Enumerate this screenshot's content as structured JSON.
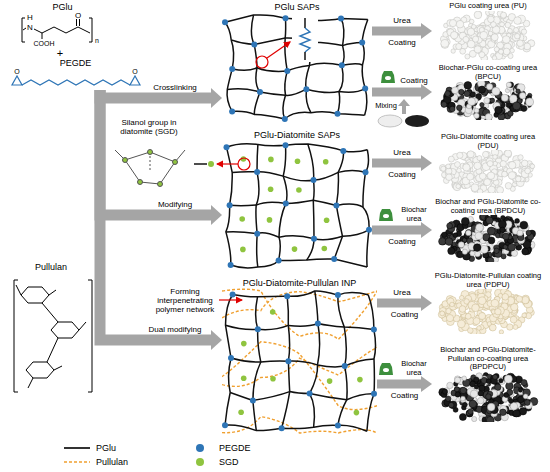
{
  "diagram": {
    "nodes": [
      {
        "text": [
          "PGlu"
        ]
      },
      {
        "text": [
          "PEGDE"
        ]
      },
      {
        "text": [
          "Silanol group in diatomite (SGD)"
        ]
      },
      {
        "text": [
          "Pullulan"
        ]
      },
      {
        "text": [
          "PGlu SAPs"
        ]
      },
      {
        "text": [
          "PGlu-Diatomite SAPs"
        ]
      },
      {
        "text": [
          "PGlu-Diatomite-Pullulan INP"
        ]
      },
      {
        "text": [
          "PGlu coating urea (PU)"
        ]
      },
      {
        "text": [
          "Biochar-PGlu co-coating urea (BPCU)"
        ]
      },
      {
        "text": [
          "PGlu-Diatomite coating urea (PDU)"
        ]
      },
      {
        "text": [
          "Biochar and PGlu-Diatomite co-coating urea (BPDCU)"
        ]
      },
      {
        "text": [
          "PGlu-Diatomite-Pullulan coating urea (PDPU)"
        ]
      },
      {
        "text": [
          "Biochar and PGlu-Diatomite- Pullulan co-coating urea (BPDPCU)"
        ]
      }
    ],
    "edges": [
      {
        "from": 1,
        "to": 4,
        "label": "Crosslinking",
        "arrow": "to"
      },
      {
        "from": 1,
        "to": 5,
        "label": "Modifying",
        "arrow": "to"
      },
      {
        "from": 1,
        "to": 6,
        "label": "Dual modifying",
        "arrow": "to"
      },
      {
        "from": 4,
        "to": 7,
        "label": "Coating",
        "arrow": "to"
      },
      {
        "from": 4,
        "to": 8,
        "label": "Coating",
        "arrow": "to"
      },
      {
        "from": 5,
        "to": 9,
        "label": "Coating",
        "arrow": "to"
      },
      {
        "from": 5,
        "to": 10,
        "label": "Coating",
        "arrow": "to"
      },
      {
        "from": 6,
        "to": 11,
        "label": "Coating",
        "arrow": "to"
      },
      {
        "from": 6,
        "to": 12,
        "label": "Coating",
        "arrow": "to"
      }
    ],
    "labels": [
      "+",
      "Urea",
      "Mixing",
      "Urea",
      "Biochar urea",
      "Urea",
      "Biochar urea",
      "Forming interpenetrating polymer network",
      "H",
      "N",
      "O",
      "COOH",
      "n",
      "O",
      "O"
    ],
    "legend": [
      {
        "text": "PGlu"
      },
      {
        "text": "Pullulan"
      },
      {
        "text": "PEGDE",
        "color": "#2e75b6"
      },
      {
        "text": "SGD",
        "color": "#8fc43f"
      }
    ]
  }
}
